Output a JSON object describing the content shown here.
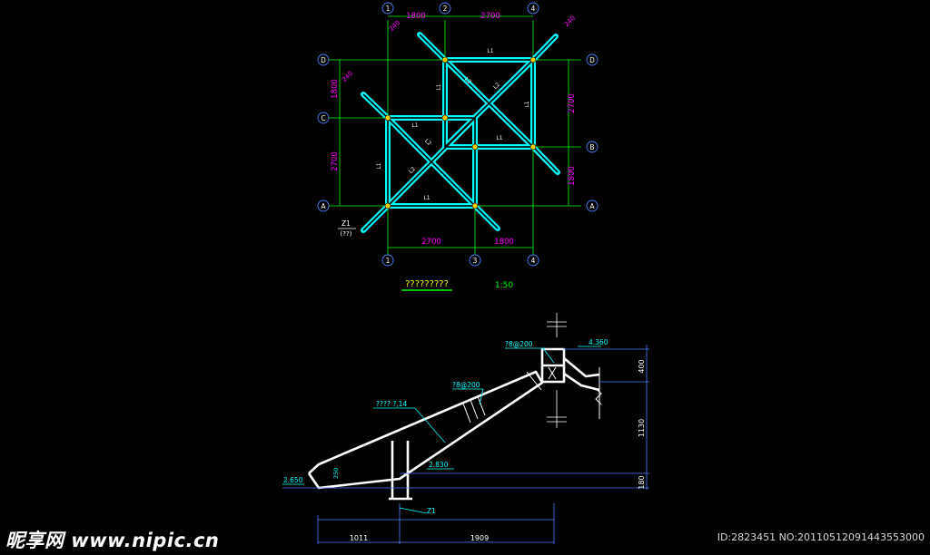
{
  "plan": {
    "top_dims": [
      "1800",
      "2700"
    ],
    "bottom_dims": [
      "2700",
      "1800"
    ],
    "left_dims": [
      "1800",
      "2700"
    ],
    "right_dims": [
      "2700",
      "1800"
    ],
    "axis_top": [
      "1",
      "2",
      "4"
    ],
    "axis_bottom": [
      "1",
      "3",
      "4"
    ],
    "axis_left": [
      "D",
      "C",
      "A"
    ],
    "axis_right": [
      "D",
      "B",
      "A"
    ],
    "overhang_labels": [
      "240",
      "240",
      "240"
    ],
    "beam_labels": [
      "L1",
      "L1",
      "L1",
      "L1",
      "L1",
      "L2",
      "L2",
      "L2",
      "L2",
      "L1",
      "L1"
    ],
    "column_tag": "Z1",
    "column_sub": "(??)",
    "title": "?????????",
    "scale": "1:50"
  },
  "section": {
    "labels": {
      "top_rebar": "?8@200",
      "mid_rebar": "?8@200",
      "beam_note": "????  ?,14",
      "elev_top": "4.360",
      "elev_mid": "2.830",
      "elev_left": "2.650",
      "slab_thk": "250",
      "column": "Z1"
    },
    "right_dims": [
      "400",
      "1130",
      "180"
    ],
    "bottom_dims": [
      "1011",
      "1909"
    ]
  },
  "watermark": {
    "left": "昵享网 www.nipic.cn",
    "right": "ID:2823451 NO:20110512091443553000"
  },
  "colors": {
    "beam": "#00ffff",
    "grid": "#00ff00",
    "dim_text": "#ff00ff",
    "axis": "#4d7fff",
    "section": "#ffffff",
    "annotation": "#00ffff"
  }
}
